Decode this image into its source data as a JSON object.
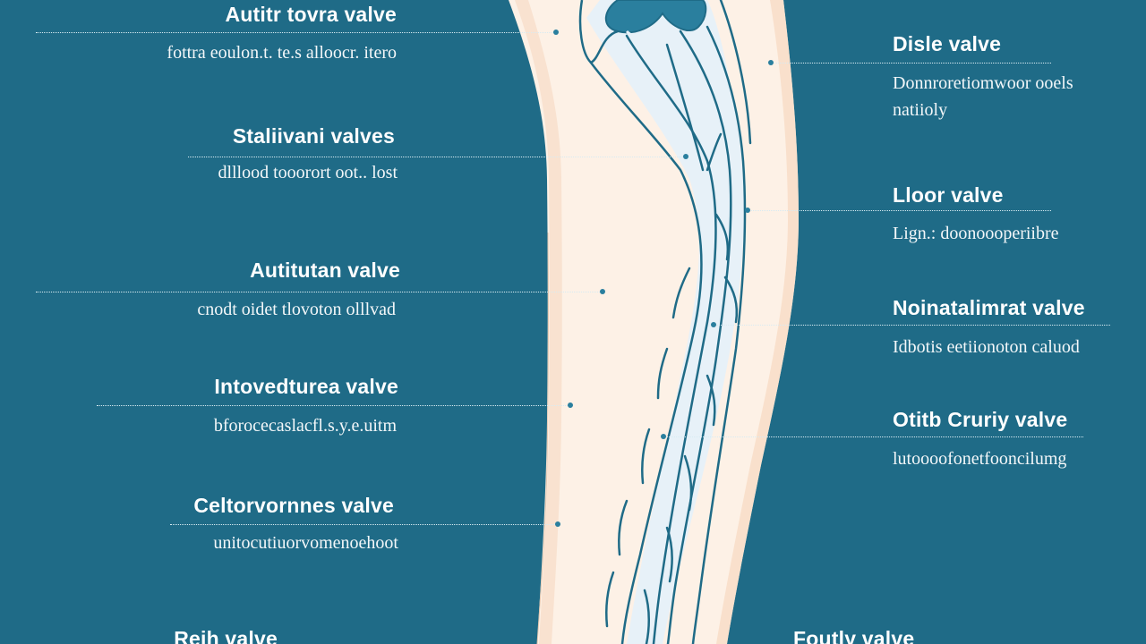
{
  "colors": {
    "background": "#1f6b87",
    "leg_fill": "#fdf1e6",
    "leg_shade": "#f7dcc6",
    "vein_stroke": "#1f6b87",
    "vein_fill": "#e7f1f8",
    "text": "#ffffff"
  },
  "left_labels": [
    {
      "title": "Autitr tovra valve",
      "desc": "fottra eoulon.t. te.s alloocr. itero"
    },
    {
      "title": "Staliivani valves",
      "desc": "dlllood  tooorort oot.. lost"
    },
    {
      "title": "Autitutan valve",
      "desc": "cnodt  oidet  tlovoton  olllvad"
    },
    {
      "title": "Intovedturea valve",
      "desc": "bforocecaslacfl.s.y.e.uitm"
    },
    {
      "title": "Celtorvornnes valve",
      "desc": "unitocutiuorvomenoehoot"
    },
    {
      "title": "Reih valve",
      "desc": ""
    }
  ],
  "right_labels": [
    {
      "title": "Disle valve",
      "desc": "Donnroretiomwoor ooels\nnatiioly"
    },
    {
      "title": "Lloor valve",
      "desc": "Lign.: doonoooperiibre"
    },
    {
      "title": "Noinatalimrat valve",
      "desc": "Idbotis eetiionoton caluod"
    },
    {
      "title": "Otitb Cruriy valve",
      "desc": "lutoooofonetfooncilumg"
    },
    {
      "title": "Foutly valve",
      "desc": ""
    }
  ]
}
